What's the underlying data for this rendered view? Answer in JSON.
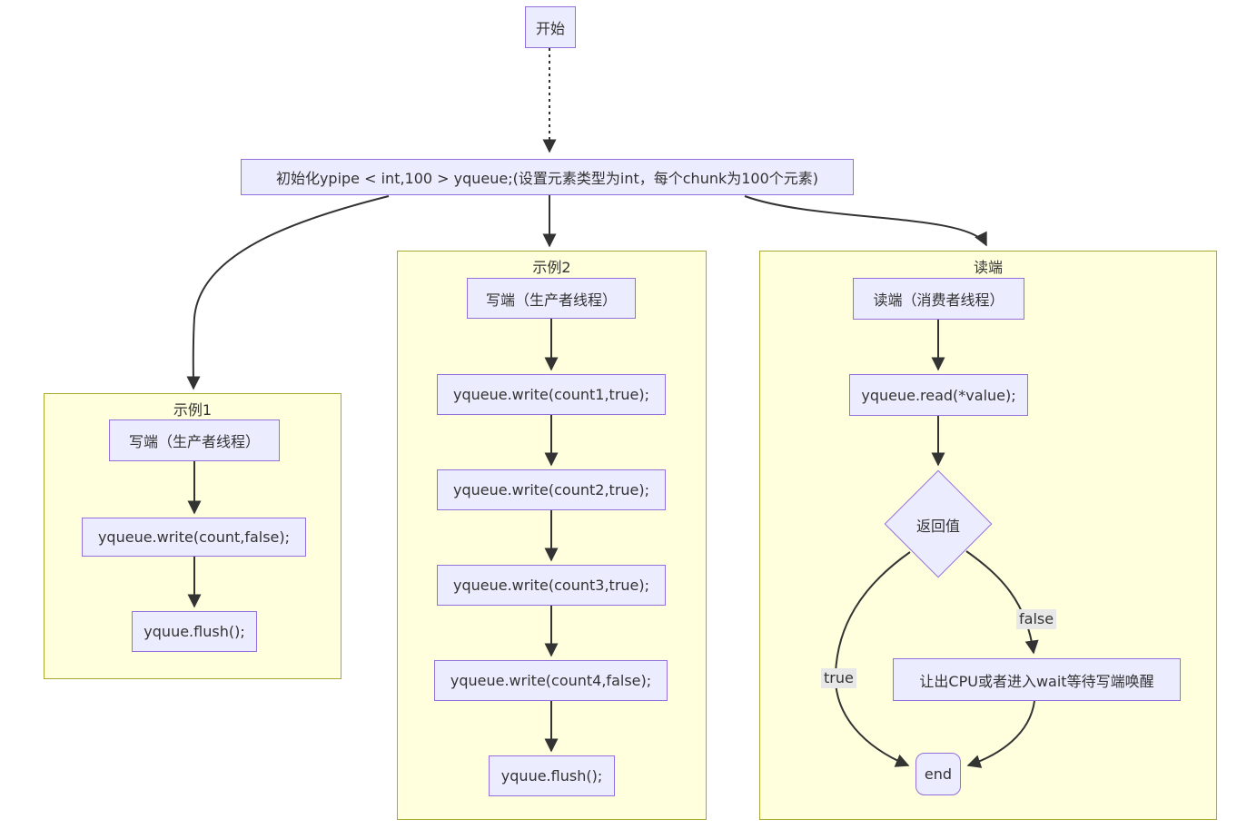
{
  "diagram": {
    "start": {
      "label": "开始"
    },
    "init": {
      "label": "初始化ypipe < int,100 > yqueue;(设置元素类型为int，每个chunk为100个元素)"
    },
    "example1": {
      "title": "示例1",
      "producer": "写端（生产者线程）",
      "write": "yqueue.write(count,false);",
      "flush": "yquue.flush();"
    },
    "example2": {
      "title": "示例2",
      "producer": "写端（生产者线程）",
      "write1": "yqueue.write(count1,true);",
      "write2": "yqueue.write(count2,true);",
      "write3": "yqueue.write(count3,true);",
      "write4": "yqueue.write(count4,false);",
      "flush": "yquue.flush();"
    },
    "reader": {
      "title": "读端",
      "consumer": "读端（消费者线程）",
      "read": "yqueue.read(*value);",
      "decision": "返回值",
      "label_true": "true",
      "label_false": "false",
      "wait": "让出CPU或者进入wait等待写端唤醒",
      "end": "end"
    },
    "colors": {
      "node_fill": "#ECECFF",
      "node_border": "#9370DB",
      "cluster_fill": "#FFFFDE",
      "cluster_border": "#AAAA33",
      "edge": "#333333",
      "edge_label_bg": "#E8E8E8",
      "text": "#333333"
    }
  }
}
